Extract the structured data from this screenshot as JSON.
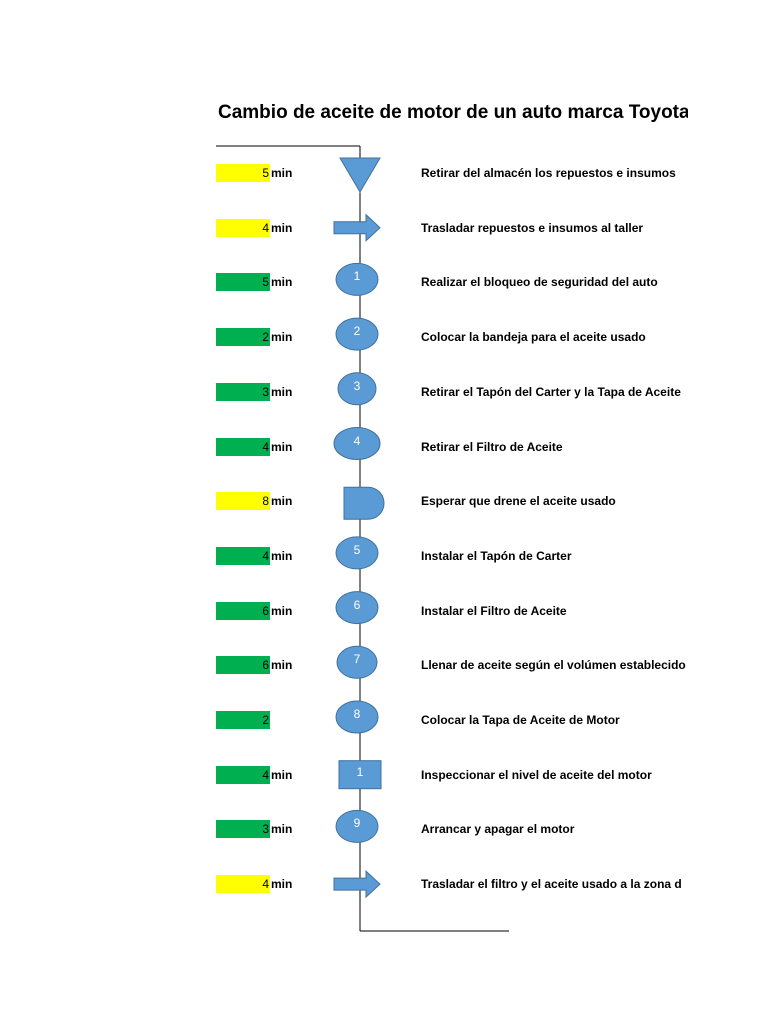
{
  "title": "Cambio de aceite de motor de un auto marca Toyota, m",
  "colors": {
    "yellow": "#ffff00",
    "green": "#00b050",
    "symbol": "#5b9bd5",
    "symbol_stroke": "#41719c"
  },
  "steps": [
    {
      "time": "5",
      "unit": "min",
      "color": "yellow",
      "symbol": "storage-triangle",
      "label": "",
      "desc": "Retirar del almacén los repuestos e insumos"
    },
    {
      "time": "4",
      "unit": "min",
      "color": "yellow",
      "symbol": "transport-arrow",
      "label": "",
      "desc": "Trasladar  repuestos e insumos al taller"
    },
    {
      "time": "5",
      "unit": "min",
      "color": "green",
      "symbol": "operation-circle",
      "label": "1",
      "desc": "Realizar el bloqueo de seguridad del auto"
    },
    {
      "time": "2",
      "unit": "min",
      "color": "green",
      "symbol": "operation-circle",
      "label": "2",
      "desc": "Colocar la bandeja para el aceite usado"
    },
    {
      "time": "3",
      "unit": "min",
      "color": "green",
      "symbol": "operation-circle",
      "label": "3",
      "desc": "Retirar el Tapón del Carter y la Tapa de Aceite"
    },
    {
      "time": "4",
      "unit": "min",
      "color": "green",
      "symbol": "operation-circle",
      "label": "4",
      "desc": "Retirar el Filtro de Aceite"
    },
    {
      "time": "8",
      "unit": "min",
      "color": "yellow",
      "symbol": "delay-d",
      "label": "",
      "desc": "Esperar que drene el aceite usado"
    },
    {
      "time": "4",
      "unit": "min",
      "color": "green",
      "symbol": "operation-circle",
      "label": "5",
      "desc": "Instalar el Tapón de Carter"
    },
    {
      "time": "6",
      "unit": "min",
      "color": "green",
      "symbol": "operation-circle",
      "label": "6",
      "desc": "Instalar el Filtro de Aceite"
    },
    {
      "time": "6",
      "unit": "min",
      "color": "green",
      "symbol": "operation-circle",
      "label": "7",
      "desc": "Llenar de aceite según el volúmen establecido"
    },
    {
      "time": "2",
      "unit": "",
      "color": "green",
      "symbol": "operation-circle",
      "label": "8",
      "desc": "Colocar la Tapa de Aceite de Motor"
    },
    {
      "time": "4",
      "unit": "min",
      "color": "green",
      "symbol": "inspection-square",
      "label": "1",
      "desc": "Inspeccionar el nivel de aceite del motor"
    },
    {
      "time": "3",
      "unit": "min",
      "color": "green",
      "symbol": "operation-circle",
      "label": "9",
      "desc": "Arrancar y apagar el motor"
    },
    {
      "time": "4",
      "unit": "min",
      "color": "yellow",
      "symbol": "transport-arrow",
      "label": "",
      "desc": "Trasladar el filtro y el aceite usado a la zona d"
    }
  ]
}
